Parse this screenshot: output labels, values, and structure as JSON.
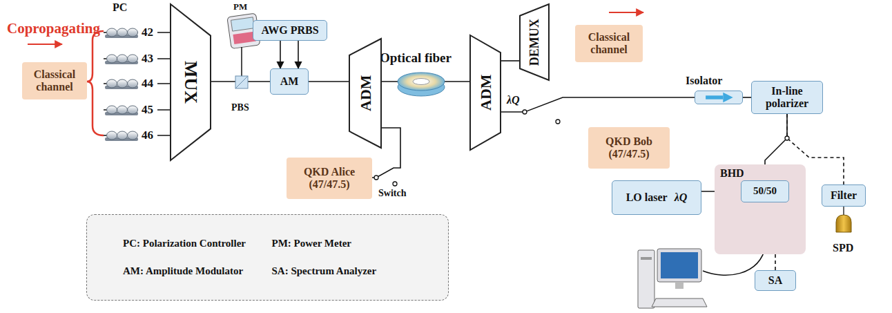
{
  "diagram": {
    "nodes": [
      {
        "text": [
          "Classical channel"
        ]
      },
      {
        "text": [
          "MUX"
        ]
      },
      {
        "text": [
          "AWG PRBS"
        ]
      },
      {
        "text": [
          "AM"
        ]
      },
      {
        "text": [
          "ADM"
        ]
      },
      {
        "text": [
          "QKD Alice (47/47.5)"
        ]
      },
      {
        "text": [
          "ADM"
        ]
      },
      {
        "text": [
          "DEMUX"
        ]
      },
      {
        "text": [
          "Classical channel"
        ]
      },
      {
        "text": [
          "Isolator"
        ]
      },
      {
        "text": [
          "In-line polarizer"
        ]
      },
      {
        "text": [
          "QKD Bob (47/47.5)"
        ]
      },
      {
        "text": [
          "BHD"
        ]
      },
      {
        "text": [
          "50/50"
        ],
        "in": 12
      },
      {
        "text": [
          "LO laser",
          "λQ"
        ]
      },
      {
        "text": [
          "Filter"
        ]
      },
      {
        "text": [
          "SA"
        ]
      },
      {
        "text": [
          "PC: Polarization Controller",
          "PM: Power Meter",
          "AM: Amplitude Modulator",
          "SA: Spectrum Analyzer"
        ]
      }
    ],
    "edges": [
      {
        "from": 1,
        "to": 3,
        "arrow": "none"
      },
      {
        "from": 2,
        "to": 3,
        "arrow": "to"
      },
      {
        "from": 2,
        "to": 3,
        "arrow": "to"
      },
      {
        "from": 3,
        "to": 4,
        "arrow": "none"
      },
      {
        "from": 5,
        "to": 4,
        "arrow": "none"
      },
      {
        "from": 4,
        "to": 6,
        "arrow": "none"
      },
      {
        "from": 6,
        "to": 7,
        "arrow": "none"
      },
      {
        "from": 6,
        "to": 9,
        "arrow": "none"
      },
      {
        "from": 9,
        "to": 10,
        "arrow": "none"
      },
      {
        "from": 10,
        "to": 13,
        "arrow": "none"
      },
      {
        "from": 10,
        "to": 15,
        "arrow": "none"
      },
      {
        "from": 14,
        "to": 13,
        "arrow": "to"
      },
      {
        "from": 12,
        "to": 16,
        "arrow": "none"
      }
    ],
    "labels": [
      "Copropagating",
      "PC",
      "42",
      "43",
      "44",
      "45",
      "46",
      "PM",
      "PBS",
      "Optical fiber",
      "λQ",
      "Switch",
      "SPD"
    ]
  }
}
